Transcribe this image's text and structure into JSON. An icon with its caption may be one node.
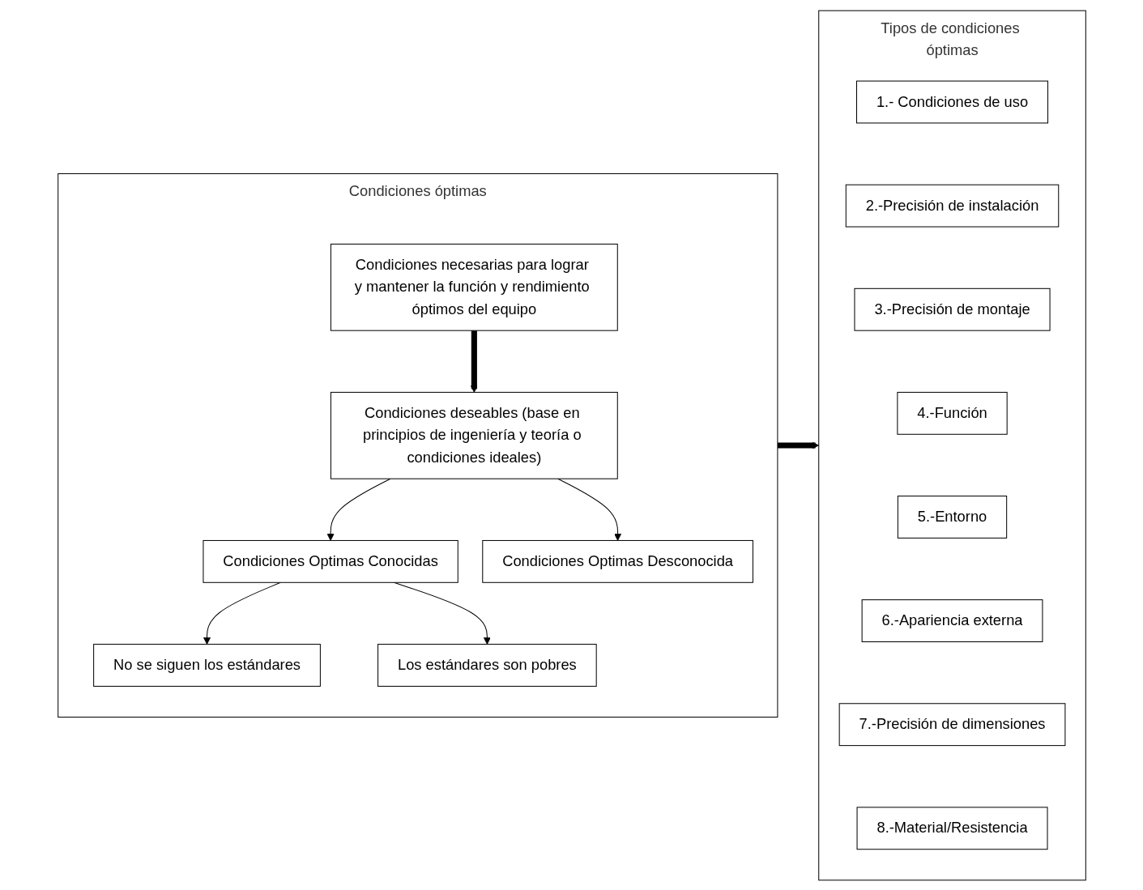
{
  "diagram": {
    "nodes": [
      {
        "text": [
          "Condiciones óptimas"
        ]
      },
      {
        "text": [
          "Condiciones necesarias para lograr y mantener la función y rendimiento óptimos del equipo"
        ],
        "in": 0
      },
      {
        "text": [
          "Condiciones deseables (base en principios de ingeniería y teoría o condiciones ideales)"
        ],
        "in": 0
      },
      {
        "text": [
          "Condiciones Optimas Conocidas"
        ],
        "in": 0
      },
      {
        "text": [
          "Condiciones Optimas Desconocida"
        ],
        "in": 0
      },
      {
        "text": [
          "No se siguen los estándares"
        ],
        "in": 0
      },
      {
        "text": [
          "Los estándares son pobres"
        ],
        "in": 0
      },
      {
        "text": [
          "Tipos de condiciones óptimas"
        ]
      },
      {
        "text": [
          "1.- Condiciones de uso"
        ],
        "in": 7
      },
      {
        "text": [
          "2.-Precisión de instalación"
        ],
        "in": 7
      },
      {
        "text": [
          "3.-Precisión de montaje"
        ],
        "in": 7
      },
      {
        "text": [
          "4.-Función"
        ],
        "in": 7
      },
      {
        "text": [
          "5.-Entorno"
        ],
        "in": 7
      },
      {
        "text": [
          "6.-Apariencia externa"
        ],
        "in": 7
      },
      {
        "text": [
          "7.-Precisión de dimensiones"
        ],
        "in": 7
      },
      {
        "text": [
          "8.-Material/Resistencia"
        ],
        "in": 7
      }
    ],
    "edges": [
      {
        "from": 1,
        "to": 2,
        "arrow": "to",
        "style": "thick"
      },
      {
        "from": 2,
        "to": 3,
        "arrow": "to"
      },
      {
        "from": 2,
        "to": 4,
        "arrow": "to"
      },
      {
        "from": 3,
        "to": 5,
        "arrow": "to"
      },
      {
        "from": 3,
        "to": 6,
        "arrow": "to"
      },
      {
        "from": 0,
        "to": 7,
        "arrow": "to",
        "style": "thick"
      }
    ]
  }
}
